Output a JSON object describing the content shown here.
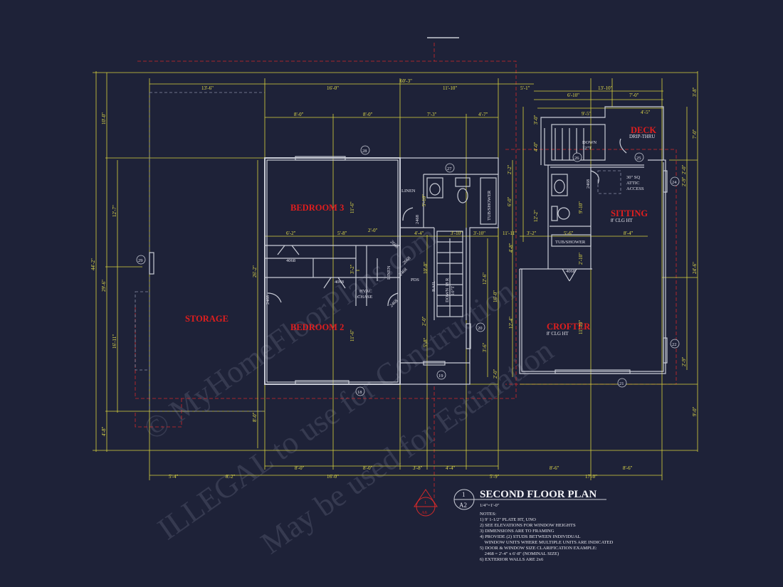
{
  "rooms": {
    "bedroom3": "BEDROOM 3",
    "bedroom2": "BEDROOM 2",
    "storage": "STORAGE",
    "deck": "DECK",
    "deck_sub": "DRIP-THRU",
    "sitting": "SITTING",
    "sitting_sub": "8' CLG HT",
    "crofter": "CROFTER",
    "crofter_sub": "8' CLG HT"
  },
  "labels": {
    "linen1": "LINEN",
    "linen2": "LINEN",
    "tub1": "TUB/SHOWER",
    "tub2": "TUB/SHOWER",
    "hvac1": "HVAC",
    "hvac2": "CHASE",
    "pds": "PDS",
    "rail": "RAIL",
    "stairs": "DOWN 18 R",
    "stairs2": "10\"T",
    "down": "DOWN",
    "down2": "12\"T",
    "attic1": "30\" SQ",
    "attic2": "ATTIC",
    "attic3": "ACCESS",
    "door4068a": "4068",
    "door4068b": "4068",
    "door4068c": "4068",
    "door2468a": "2468",
    "door2468b": "2468",
    "door2468c": "2468",
    "door2468d": "2468",
    "door2468e": "2468",
    "door2668a": "2668",
    "door2668b": "2668"
  },
  "tags": {
    "t18": "18",
    "t19": "19",
    "t20": "20",
    "t21": "21",
    "t22": "22",
    "t24": "24",
    "t25": "25",
    "t26": "26",
    "t27": "27",
    "t28": "28",
    "t29": "29"
  },
  "dims_top": {
    "overall": "60'-3\"",
    "a": "13'-6\"",
    "b": "16'-0\"",
    "c": "11'-10\"",
    "d": "5'-1\"",
    "e": "13'-10\"",
    "f": "6'-10\"",
    "g": "7'-0\"",
    "h": "9'-5\"",
    "i": "4'-5\"",
    "j": "8'-0\"",
    "k": "8'-0\"",
    "l": "7'-3\"",
    "m": "4'-7\"",
    "n": "3'-8\""
  },
  "dims_bottom": {
    "a": "5'-4\"",
    "b": "8'-2\"",
    "c": "8'-0\"",
    "d": "8'-0\"",
    "e": "3'-8\"",
    "f": "4'-4\"",
    "g": "16'-0\"",
    "h": "5'-9\"",
    "i": "8'-6\"",
    "j": "17'-0\"",
    "k": "8'-6\""
  },
  "dims_left": {
    "overall": "44'-2\"",
    "a": "10'-0\"",
    "b": "29'-6\"",
    "c": "12'-7\"",
    "d": "16'-11\"",
    "e": "4'-8\"",
    "f": "26'-2\"",
    "g": "8'-0\""
  },
  "dims_right": {
    "a": "3'-8\"",
    "b": "7'-0\"",
    "c": "24'-6\"",
    "d": "9'-0\"",
    "e": "2'-9\"",
    "f": "2'-9\""
  },
  "dims_inner": {
    "a": "6'-2\"",
    "b": "5'-8\"",
    "c": "2'-0\"",
    "d": "4'-4\"",
    "e": "3'-10\"",
    "f": "3'-10\"",
    "g": "11'-11\"",
    "h": "5'-6\"",
    "i": "8'-4\"",
    "j": "3'-2\"",
    "k": "11'-6\"",
    "l": "11'-6\"",
    "m": "2'-2\"",
    "n": "6'-0\"",
    "o": "5'-10\"",
    "p": "12'-6\"",
    "q": "16'-0\"",
    "r": "12'-4\"",
    "s": "3'-6\"",
    "t": "2'-0\"",
    "u": "5'-8\"",
    "v": "10'-0\"",
    "w": "3'-0\"",
    "x": "4'-0\"",
    "y": "12'-2\"",
    "z": "4'-8\"",
    "aa": "9'-10\"",
    "ab": "2'-10\"",
    "ac": "11'-10\"",
    "ad": "2'-0\"",
    "ae": "3'-2\"",
    "af": "2'-0\""
  },
  "title_block": {
    "number": "1",
    "sheet": "A2",
    "title": "SECOND FLOOR PLAN",
    "scale": "1/4\"=1'-0\"",
    "section_number": "1",
    "section_sheet": "A6"
  },
  "notes": [
    "NOTES:",
    "1) 9' 1-1/2\" PLATE HT, UNO",
    "2) SEE ELEVATIONS FOR WINDOW HEIGHTS",
    "3) DIMENSIONS ARE TO FRAMING",
    "4) PROVIDE (2) STUDS BETWEEN INDIVIDUAL",
    "    WINDOW UNITS WHERE MULTIPLE UNITS ARE INDICATED",
    "5) DOOR & WINDOW SIZE CLARIFICATION EXAMPLE:",
    "    2468 = 2'-4\" x 6'-8\" (NOMINAL SIZE)",
    "6) EXTERIOR WALLS ARE 2x6"
  ],
  "watermark": {
    "line1": "© MyHomeFloorPlans.com",
    "line2": "ILLEGAL to use for Construction",
    "line3": "May be used for Estimation"
  },
  "colors": {
    "background": "#1e2238",
    "dimension": "#e6e04a",
    "room_label": "#e01e1e",
    "walls": "#c9ccd6"
  }
}
